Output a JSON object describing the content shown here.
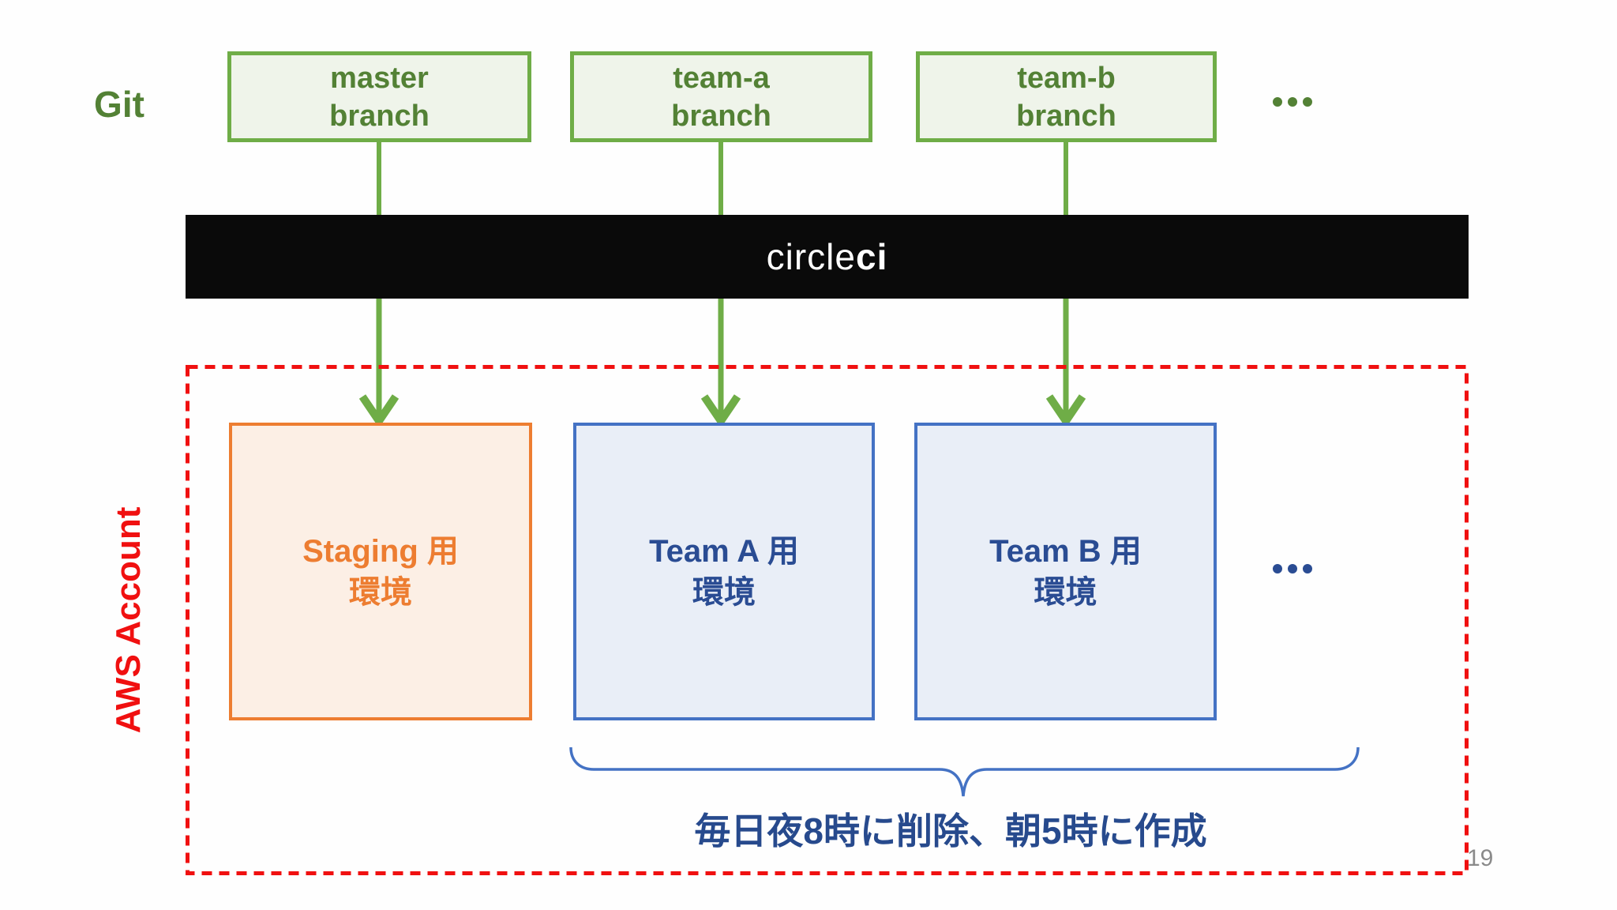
{
  "git_section": {
    "label": "Git"
  },
  "branch_boxes": [
    {
      "line1": "master",
      "line2": "branch"
    },
    {
      "line1": "team-a",
      "line2": "branch"
    },
    {
      "line1": "team-b",
      "line2": "branch"
    }
  ],
  "ci_bar": {
    "name_regular": "circle",
    "name_bold": "ci"
  },
  "aws_section": {
    "label": "AWS Account",
    "environments": [
      {
        "line1": "Staging 用",
        "line2": "環境"
      },
      {
        "line1": "Team A 用",
        "line2": "環境"
      },
      {
        "line1": "Team B 用",
        "line2": "環境"
      }
    ],
    "schedule_note": "毎日夜8時に削除、朝5時に作成"
  },
  "page_number": "19",
  "colors": {
    "git_text_green": "#538135",
    "branch_border_green": "#6FAD47",
    "branch_fill_green": "#EFF4EA",
    "arrow_green": "#6FAD47",
    "ci_bar_black": "#0A0A0A",
    "ci_text_white": "#FFFFFF",
    "aws_border_red": "#F01010",
    "staging_accent_orange": "#ED7D31",
    "staging_fill": "#FCEFE5",
    "team_border_blue": "#4472C4",
    "team_fill_blue": "#E9EEF7",
    "team_text_blue": "#2A4C93",
    "brace_blue": "#4472C4",
    "note_navy": "#274A8D",
    "page_number_gray": "#8A8A8A"
  }
}
